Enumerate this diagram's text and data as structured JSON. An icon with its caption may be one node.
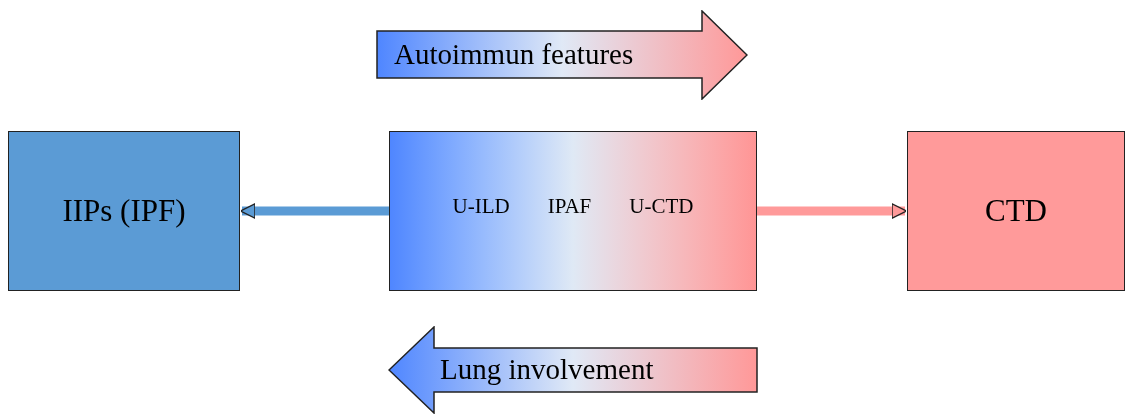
{
  "diagram": {
    "nodes": [
      {
        "text": [
          "IIPs (IPF)"
        ]
      },
      {
        "text": [
          "U-ILD",
          "IPAF",
          "U-CTD"
        ]
      },
      {
        "text": [
          "CTD"
        ]
      },
      {
        "text": [
          "Autoimmun features"
        ]
      },
      {
        "text": [
          "Lung involvement"
        ]
      }
    ],
    "edges": [
      {
        "from": 1,
        "to": 0,
        "arrow": "to",
        "color": "#5b9bd5"
      },
      {
        "from": 1,
        "to": 2,
        "arrow": "to",
        "color": "#ff9a9a"
      }
    ]
  }
}
